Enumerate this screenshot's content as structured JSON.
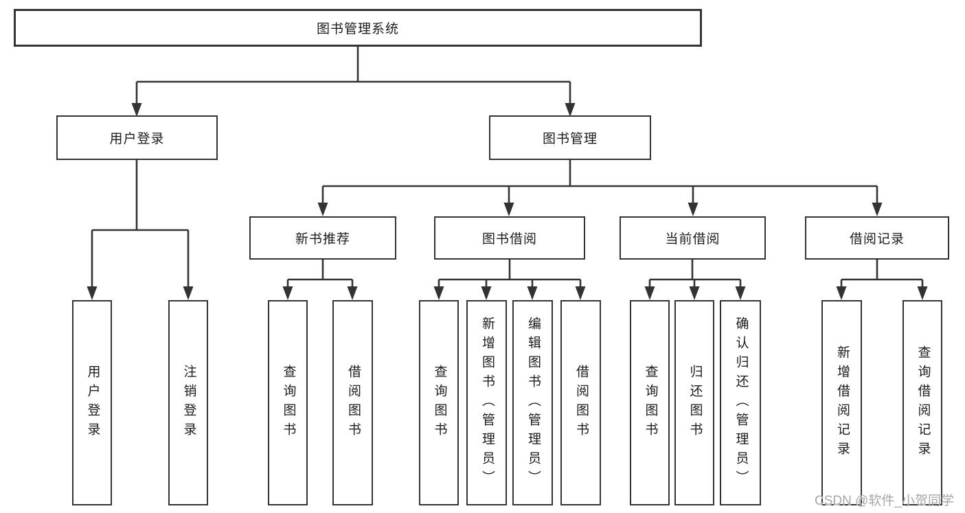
{
  "diagram": {
    "title": "图书管理系统",
    "tree": {
      "root": {
        "label": "图书管理系统",
        "children": [
          {
            "label": "用户登录",
            "children": [
              {
                "label": "用户登录"
              },
              {
                "label": "注销登录"
              }
            ]
          },
          {
            "label": "图书管理",
            "children": [
              {
                "label": "新书推荐",
                "children": [
                  {
                    "label": "查询图书"
                  },
                  {
                    "label": "借阅图书"
                  }
                ]
              },
              {
                "label": "图书借阅",
                "children": [
                  {
                    "label": "查询图书"
                  },
                  {
                    "label": "新增图书（管理员）"
                  },
                  {
                    "label": "编辑图书（管理员）"
                  },
                  {
                    "label": "借阅图书"
                  }
                ]
              },
              {
                "label": "当前借阅",
                "children": [
                  {
                    "label": "查询图书"
                  },
                  {
                    "label": "归还图书"
                  },
                  {
                    "label": "确认归还（管理员）"
                  }
                ]
              },
              {
                "label": "借阅记录",
                "children": [
                  {
                    "label": "新增借阅记录"
                  },
                  {
                    "label": "查询借阅记录"
                  }
                ]
              }
            ]
          }
        ]
      }
    },
    "colors": {
      "line": "#333333",
      "text": "#1c1c1c",
      "watermark_text": "#a6a6a6"
    }
  },
  "watermark": "CSDN @软件_小贺同学"
}
